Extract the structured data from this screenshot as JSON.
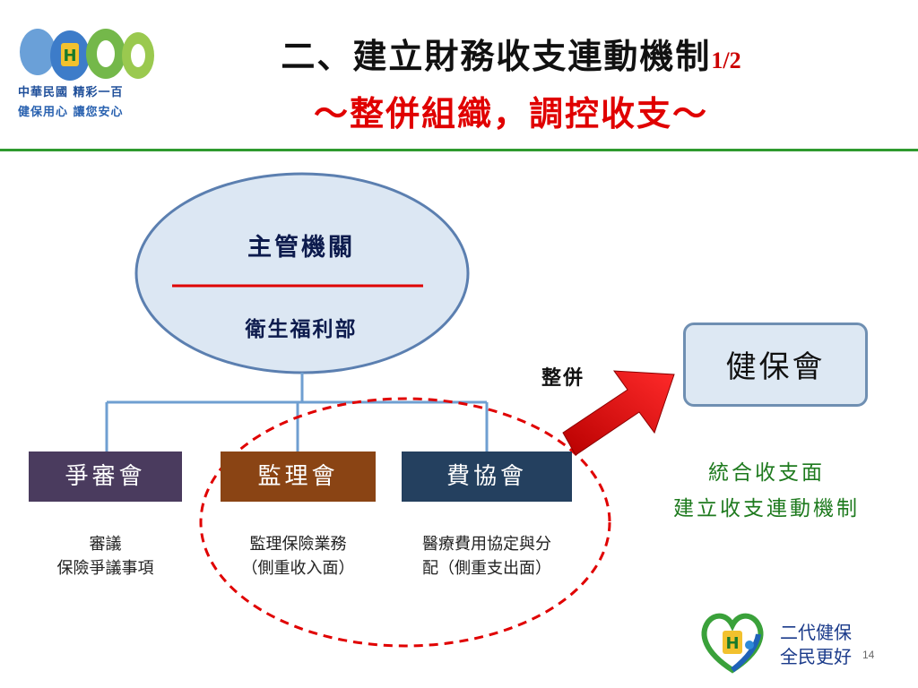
{
  "header": {
    "logo_line1": "中華民國 精彩一百",
    "logo_line2": "健保用心 讓您安心",
    "title": "二、建立財務收支連動機制",
    "title_page": "1/2",
    "subtitle": "～整併組織，調控收支～"
  },
  "diagram": {
    "authority_title": "主管機關",
    "authority_name": "衛生福利部",
    "committees": [
      {
        "label": "爭審會",
        "desc_line1": "審議",
        "desc_line2": "保險爭議事項"
      },
      {
        "label": "監理會",
        "desc_line1": "監理保險業務",
        "desc_line2": "（側重收入面）"
      },
      {
        "label": "費協會",
        "desc_line1": "醫療費用協定與分",
        "desc_line2": "配（側重支出面）"
      }
    ],
    "merge_label": "整併",
    "merged_org": "健保會",
    "goal_line1": "統合收支面",
    "goal_line2": "建立收支連動機制"
  },
  "footer": {
    "slogan_line1": "二代健保",
    "slogan_line2": "全民更好",
    "page_number": "14"
  },
  "colors": {
    "title_red": "#e00000",
    "divider_green": "#2f9a2f",
    "goal_green": "#1e7a1e",
    "box_purple": "#4a3b5e",
    "box_brown": "#8a4414",
    "box_navy": "#24405f"
  }
}
